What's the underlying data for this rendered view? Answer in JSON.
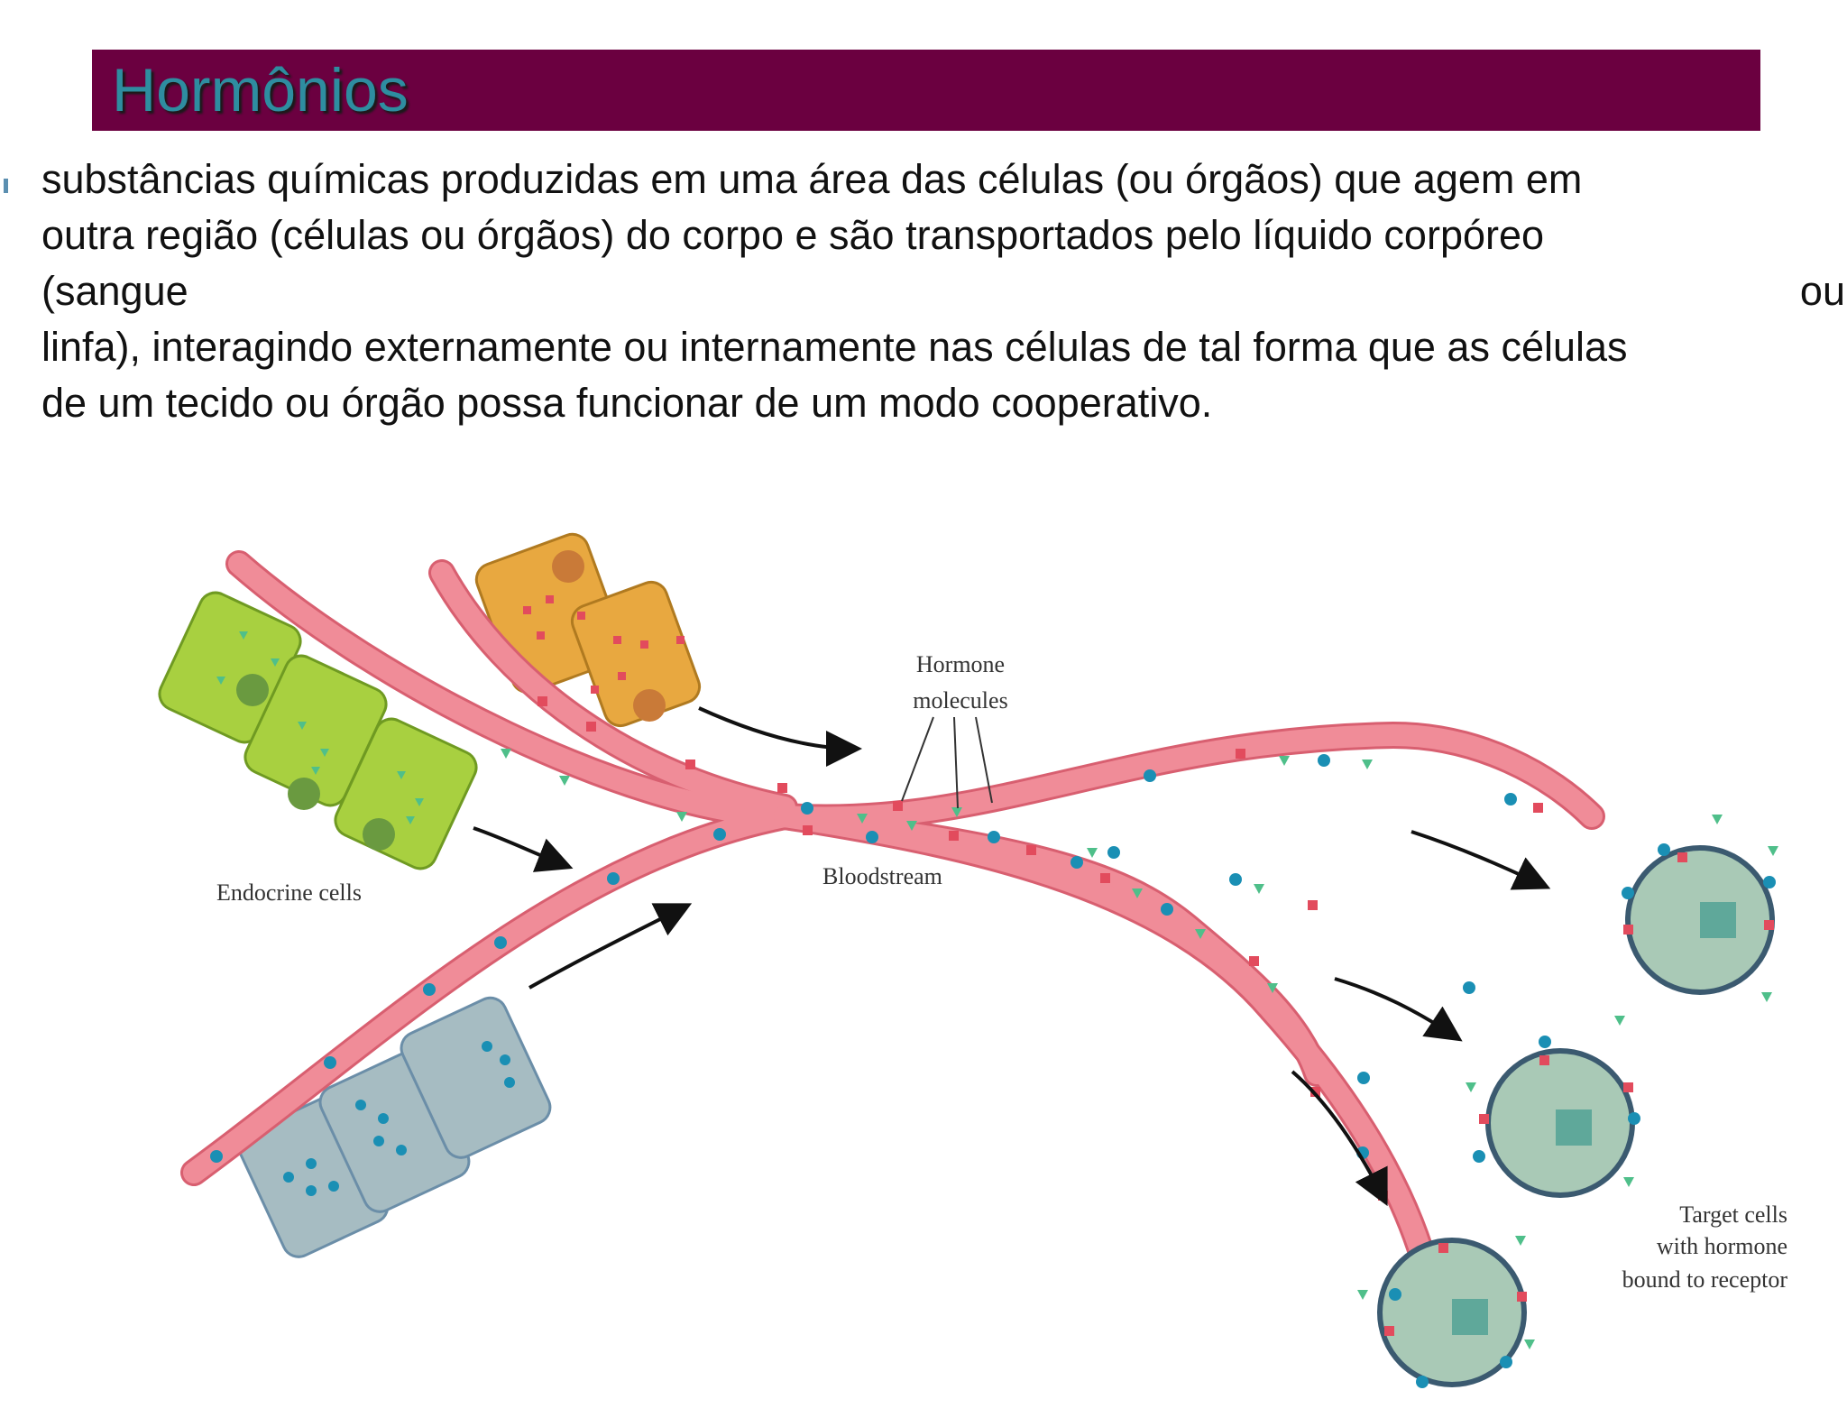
{
  "slide": {
    "title": "Hormônios",
    "paragraph_lines": [
      "substâncias químicas produzidas em uma área das células (ou órgãos) que agem em",
      "outra região (células ou órgãos) do corpo e são transportados pelo líquido corpóreo",
      "(sangue ou",
      "linfa), interagindo externamente ou internamente nas células de tal forma que as células",
      "de um tecido ou órgão possa funcionar de um modo cooperativo."
    ]
  },
  "diagram": {
    "labels": {
      "hormone_line1": "Hormone",
      "hormone_line2": "molecules",
      "endocrine": "Endocrine cells",
      "bloodstream": "Bloodstream",
      "target_line1": "Target cells",
      "target_line2": "with hormone",
      "target_line3": "bound to receptor"
    },
    "colors": {
      "vessel": "#f08c98",
      "vessel_edge": "#d85f70",
      "green_cells": "#a8d040",
      "orange_cells": "#e8a840",
      "blue_cells": "#a6bcc2",
      "target_cell": "#a9c9b6",
      "square_hormone": "#e24b5d",
      "triangle_hormone": "#4fbf8a",
      "circle_hormone": "#1a8fb4"
    }
  }
}
